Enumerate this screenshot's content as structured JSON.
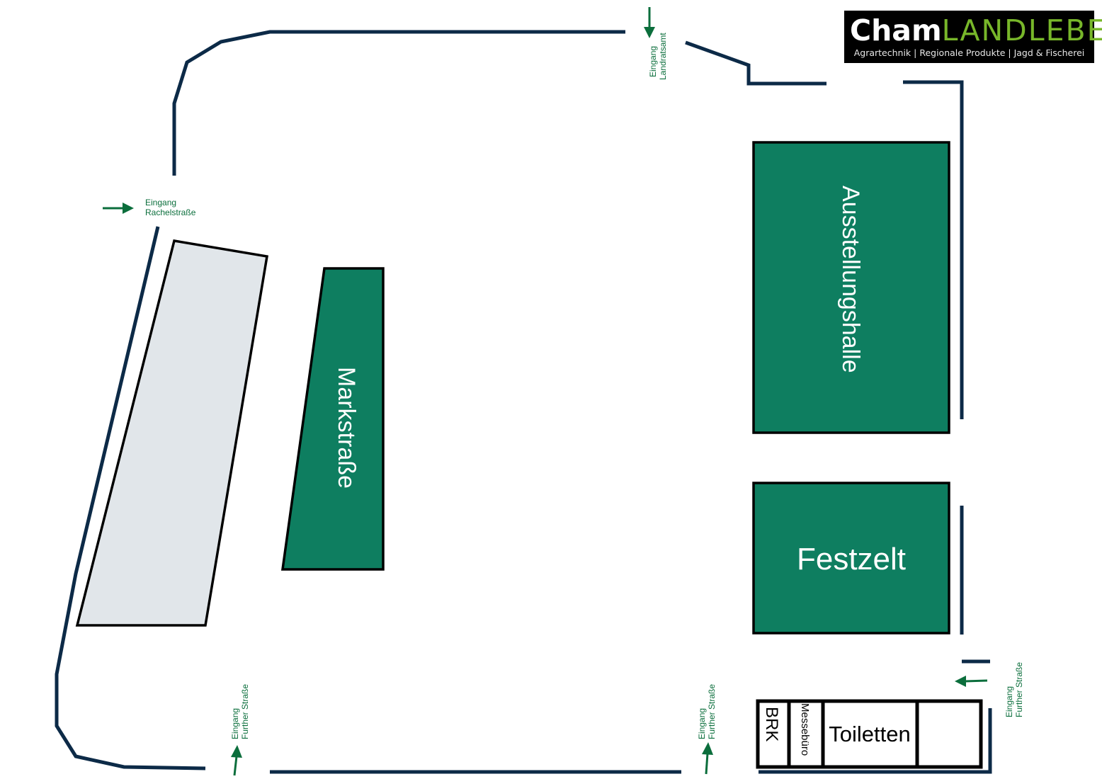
{
  "logo": {
    "title_part1": "Cham",
    "title_part2": "LANDLEBEN",
    "subtitle": "Agrartechnik | Regionale Produkte | Jagd & Fischerei",
    "colors": {
      "background": "#000000",
      "part1": "#ffffff",
      "part2": "#78b72a"
    }
  },
  "map": {
    "colors": {
      "boundary": "#0c2a47",
      "venue_green": "#0e7e60",
      "parking_grey": "#e1e6ea",
      "entrance": "#0b6e3c"
    },
    "areas": {
      "ausstellungshalle": "Ausstellungshalle",
      "festzelt": "Festzelt",
      "markstrasse": "Markstraße",
      "brk": "BRK",
      "messebuero": "Messebüro",
      "toiletten": "Toiletten"
    },
    "entrances": {
      "landratsamt": {
        "line1": "Eingang",
        "line2": "Landratsamt"
      },
      "rachelstrasse": {
        "line1": "Eingang",
        "line2": "Rachelstraße"
      },
      "further_left": {
        "line1": "Eingang",
        "line2": "Further Straße"
      },
      "further_middle": {
        "line1": "Eingang",
        "line2": "Further Straße"
      },
      "further_right": {
        "line1": "Eingang",
        "line2": "Further Straße"
      }
    }
  }
}
